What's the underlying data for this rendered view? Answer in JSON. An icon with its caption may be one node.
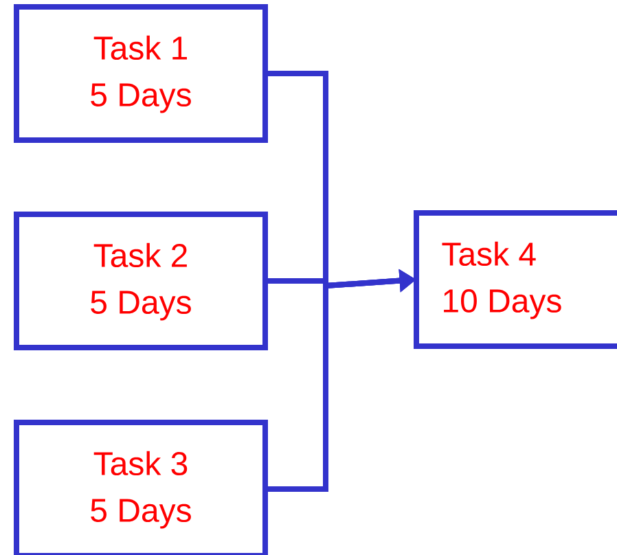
{
  "diagram": {
    "nodes": [
      {
        "text": [
          "Task 1",
          "5 Days"
        ]
      },
      {
        "text": [
          "Task 2",
          "5 Days"
        ]
      },
      {
        "text": [
          "Task 3",
          "5 Days"
        ]
      },
      {
        "text": [
          "Task 4",
          "10 Days"
        ]
      }
    ],
    "edges": [
      {
        "from": 0,
        "to": 3,
        "arrow": "to"
      },
      {
        "from": 1,
        "to": 3,
        "arrow": "to"
      },
      {
        "from": 2,
        "to": 3,
        "arrow": "to"
      }
    ]
  }
}
